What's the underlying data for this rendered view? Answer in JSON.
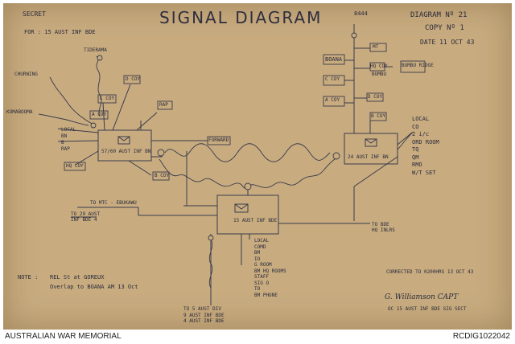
{
  "header": {
    "secret": "SECRET",
    "title": "SIGNAL DIAGRAM",
    "stamp": "8444",
    "diagram_no": "DIAGRAM Nº 21",
    "copy_no": "COPY Nº 1",
    "date": "DATE 11 OCT 43",
    "for_unit": "FOR : 15 AUST INF BDE"
  },
  "outposts": {
    "tiderama": "TIDERAMA",
    "churning": "CHURNING",
    "kunabooma": "KOMABOOMA"
  },
  "left_hq": {
    "label": "57/60 AUST INF BN",
    "local": [
      "LOCAL",
      "BN",
      "B",
      "RAP"
    ],
    "coys": [
      "D COY",
      "C COY",
      "A COY",
      "B COY"
    ],
    "rap": "RAP",
    "hq_coy": "HQ COY",
    "forward": "FORWARD"
  },
  "right_hq": {
    "label": "24 AUST INF BN",
    "local": [
      "LOCAL",
      "CO",
      "2 i/c",
      "ORD ROOM",
      "TQ",
      "QM",
      "RMO",
      "W/T SET"
    ],
    "boxes": [
      "BOANA",
      "MT",
      "C COY",
      "A COY",
      "D COY",
      "B COY",
      "HQ COY"
    ],
    "bumbu": "BUMBU",
    "bumbu_ridge": "BUMBU RIDGE"
  },
  "center_hq": {
    "label": "15 AUST INF BDE",
    "local": [
      "LOCAL",
      "COMD",
      "BM",
      "IO",
      "G ROOM",
      "BM HQ ROOMS",
      "STAFF",
      "SIG O",
      "TO",
      "BM PHONE"
    ]
  },
  "lines": {
    "to_mtc": "TO MTC - EBUKAWU",
    "to_29_bde": [
      "TO 29 AUST",
      "INF BDE 4"
    ],
    "to_bde_hqs": [
      "TO BDE",
      "HQ INLRS"
    ],
    "to_bottom": [
      "TO 5 AUST DIV",
      "9 AUST INF BDE",
      "4 AUST INF BDE"
    ]
  },
  "notes": {
    "note_label": "NOTE :",
    "note_1": "REL St at GOREUX",
    "note_2": "Overlap to BOANA AM 13 Oct",
    "corrected": "CORRECTED TO 0200HRS 13 OCT 43",
    "signature": "G. Williamson CAPT",
    "signed_for": "OC 15 AUST INF BDE SIG SECT"
  },
  "footer": {
    "left": "AUSTRALIAN WAR MEMORIAL",
    "right": "RCDIG1022042"
  }
}
